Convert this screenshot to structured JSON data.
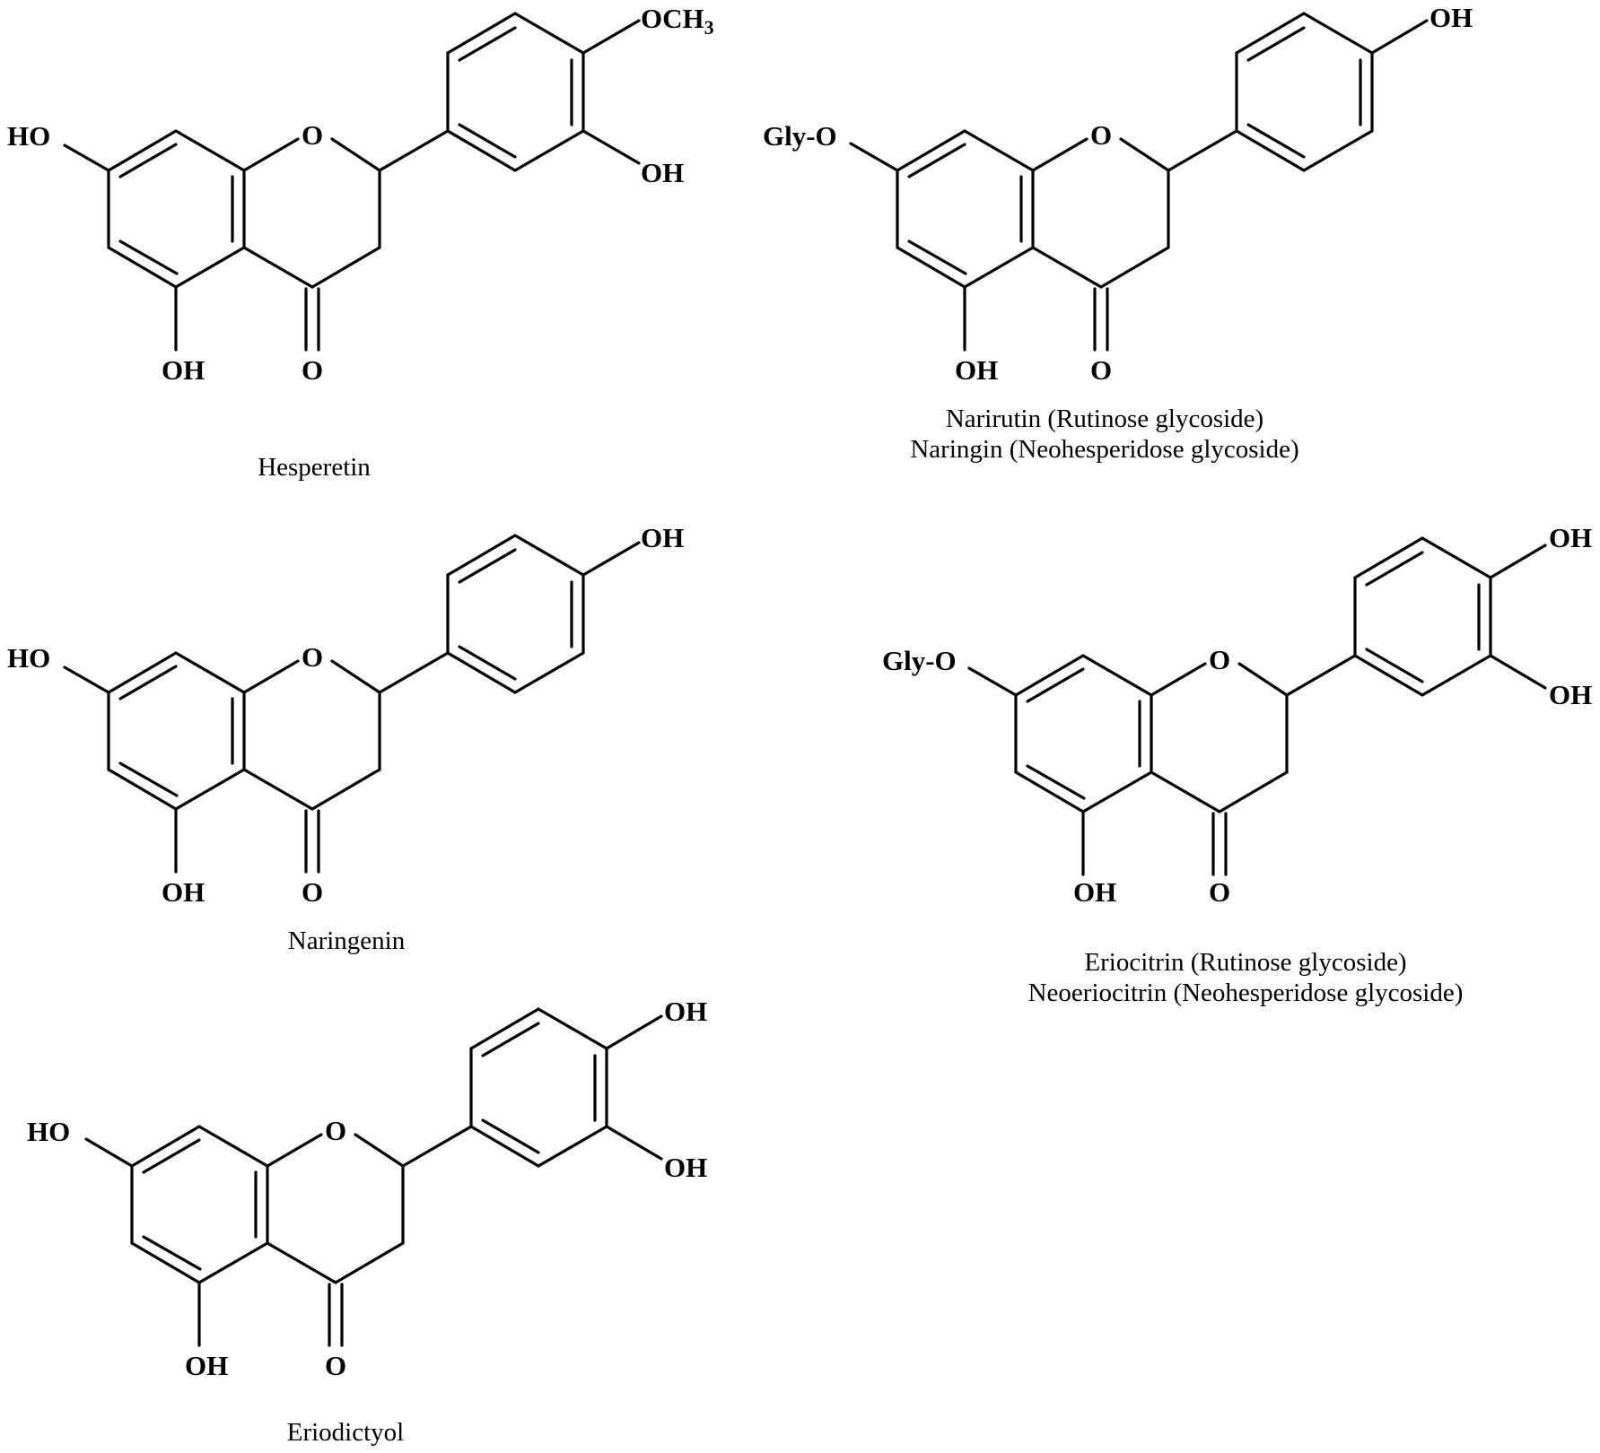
{
  "molecules": [
    {
      "name": "hesperetin",
      "caption_lines": [
        "Hesperetin"
      ],
      "substituents": {
        "a_ring_left": "HO",
        "a_ring_bottom": "OH",
        "ring_oxygen": "O",
        "carbonyl": "O",
        "b_ring_top": "OCH",
        "b_ring_top_subscript": "3",
        "b_ring_bottom": "OH"
      }
    },
    {
      "name": "narirutin-naringin",
      "caption_lines": [
        "Narirutin (Rutinose glycoside)",
        "Naringin (Neohesperidose glycoside)"
      ],
      "substituents": {
        "a_ring_left": "Gly-O",
        "a_ring_bottom": "OH",
        "ring_oxygen": "O",
        "carbonyl": "O",
        "b_ring_para": "OH"
      }
    },
    {
      "name": "naringenin",
      "caption_lines": [
        "Naringenin"
      ],
      "substituents": {
        "a_ring_left": "HO",
        "a_ring_bottom": "OH",
        "ring_oxygen": "O",
        "carbonyl": "O",
        "b_ring_para": "OH"
      }
    },
    {
      "name": "eriocitrin-neoeriocitrin",
      "caption_lines": [
        "Eriocitrin (Rutinose glycoside)",
        "Neoeriocitrin (Neohesperidose glycoside)"
      ],
      "substituents": {
        "a_ring_left": "Gly-O",
        "a_ring_bottom": "OH",
        "ring_oxygen": "O",
        "carbonyl": "O",
        "b_ring_top": "OH",
        "b_ring_bottom": "OH"
      }
    },
    {
      "name": "eriodictyol",
      "caption_lines": [
        "Eriodictyol"
      ],
      "substituents": {
        "a_ring_left": "HO",
        "a_ring_bottom": "OH",
        "ring_oxygen": "O",
        "carbonyl": "O",
        "b_ring_top": "OH",
        "b_ring_bottom": "OH"
      }
    }
  ]
}
